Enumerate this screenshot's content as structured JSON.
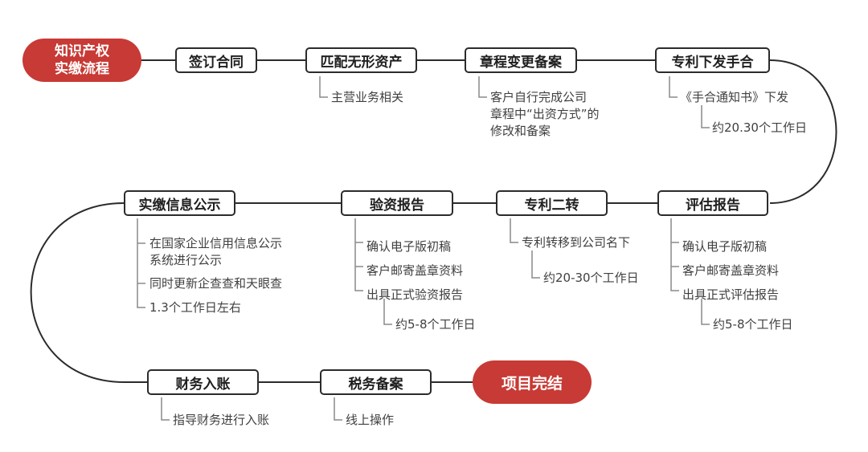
{
  "start": {
    "line1": "知识产权",
    "line2": "实缴流程"
  },
  "end": {
    "label": "项目完结"
  },
  "steps": [
    {
      "label": "签订合同"
    },
    {
      "label": "匹配无形资产",
      "notes": [
        "主营业务相关"
      ]
    },
    {
      "label": "章程变更备案",
      "notes": [
        "客户自行完成公司",
        "章程中“出资方式”的",
        "修改和备案"
      ]
    },
    {
      "label": "专利下发手合",
      "notes": [
        "《手合通知书》下发"
      ],
      "sub": "约20.30个工作日"
    },
    {
      "label": "评估报告",
      "notes": [
        "确认电子版初稿",
        "客户邮寄盖章资料",
        "出具正式评估报告"
      ],
      "sub": "约5-8个工作日"
    },
    {
      "label": "专利二转",
      "notes": [
        "专利转移到公司名下"
      ],
      "sub": "约20-30个工作日"
    },
    {
      "label": "验资报告",
      "notes": [
        "确认电子版初稿",
        "客户邮寄盖章资料",
        "出具正式验资报告"
      ],
      "sub": "约5-8个工作日"
    },
    {
      "label": "实缴信息公示",
      "notes": [
        "在国家企业信用信息公示",
        "系统进行公示",
        "同时更新企查查和天眼查",
        "1.3个工作日左右"
      ]
    },
    {
      "label": "税务备案",
      "notes": [
        "线上操作"
      ]
    },
    {
      "label": "财务入账",
      "notes": [
        "指导财务进行入账"
      ]
    }
  ],
  "colors": {
    "accent": "#c83a35",
    "line": "#2b2b2b",
    "bracket": "#8a8a8a"
  }
}
